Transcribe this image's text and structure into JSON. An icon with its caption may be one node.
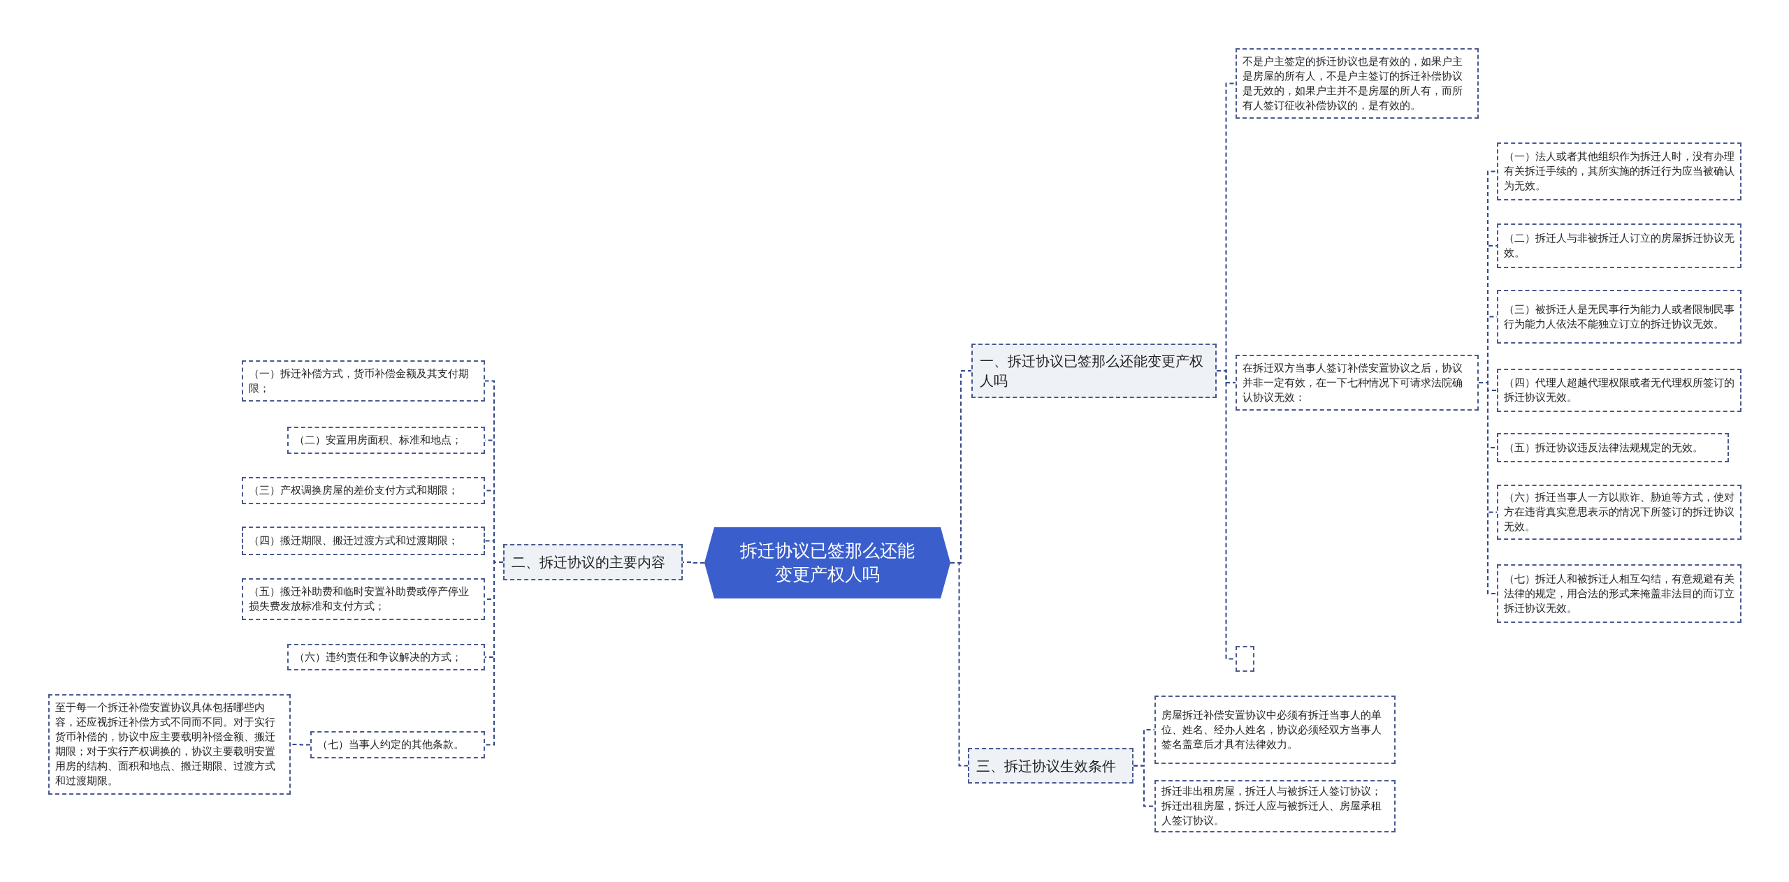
{
  "diagram": {
    "nodes": [
      {
        "text": [
          "拆迁协议已签那么还能变更产权人吗"
        ]
      },
      {
        "text": [
          "一、拆迁协议已签那么还能变更产权人吗"
        ]
      },
      {
        "text": [
          "不是户主签定的拆迁协议也是有效的，如果户主是房屋的所有人，不是户主签订的拆迁补偿协议是无效的，如果户主并不是房屋的所人有，而所有人签订征收补偿协议的，是有效的。"
        ]
      },
      {
        "text": [
          "在拆迁双方当事人签订补偿安置协议之后，协议并非一定有效，在一下七种情况下可请求法院确认协议无效："
        ]
      },
      {
        "text": [
          "（一）法人或者其他组织作为拆迁人时，没有办理有关拆迁手续的，其所实施的拆迁行为应当被确认为无效。"
        ]
      },
      {
        "text": [
          "（二）拆迁人与非被拆迁人订立的房屋拆迁协议无效。"
        ]
      },
      {
        "text": [
          "（三）被拆迁人是无民事行为能力人或者限制民事行为能力人依法不能独立订立的拆迁协议无效。"
        ]
      },
      {
        "text": [
          "（四）代理人超越代理权限或者无代理权所签订的拆迁协议无效。"
        ]
      },
      {
        "text": [
          "（五）拆迁协议违反法律法规规定的无效。"
        ]
      },
      {
        "text": [
          "（六）拆迁当事人一方以欺诈、胁迫等方式，使对方在违背真实意思表示的情况下所签订的拆迁协议无效。"
        ]
      },
      {
        "text": [
          "（七）拆迁人和被拆迁人相互勾结，有意规避有关法律的规定，用合法的形式来掩盖非法目的而订立拆迁协议无效。"
        ]
      },
      {
        "text": [],
        "shape": "box"
      },
      {
        "text": [
          "三、拆迁协议生效条件"
        ]
      },
      {
        "text": [
          "房屋拆迁补偿安置协议中必须有拆迁当事人的单位、姓名、经办人姓名，协议必须经双方当事人签名盖章后才具有法律效力。"
        ]
      },
      {
        "text": [
          "拆迁非出租房屋，拆迁人与被拆迁人签订协议；拆迁出租房屋，拆迁人应与被拆迁人、房屋承租人签订协议。"
        ]
      },
      {
        "text": [
          "二、拆迁协议的主要内容"
        ]
      },
      {
        "text": [
          "（一）拆迁补偿方式，货币补偿金额及其支付期限；"
        ]
      },
      {
        "text": [
          "（二）安置用房面积、标准和地点；"
        ]
      },
      {
        "text": [
          "（三）产权调换房屋的差价支付方式和期限；"
        ]
      },
      {
        "text": [
          "（四）搬迁期限、搬迁过渡方式和过渡期限；"
        ]
      },
      {
        "text": [
          "（五）搬迁补助费和临时安置补助费或停产停业损失费发放标准和支付方式；"
        ]
      },
      {
        "text": [
          "（六）违约责任和争议解决的方式；"
        ]
      },
      {
        "text": [
          "（七）当事人约定的其他条款。"
        ]
      },
      {
        "text": [
          "至于每一个拆迁补偿安置协议具体包括哪些内容，还应视拆迁补偿方式不同而不同。对于实行货币补偿的，协议中应主要载明补偿金额、搬迁期限；对于实行产权调换的，协议主要载明安置用房的结构、面积和地点、搬迁期限、过渡方式和过渡期限。"
        ]
      }
    ],
    "edges": [
      {
        "from": 0,
        "to": 1,
        "arrow": "none",
        "style": "dashed"
      },
      {
        "from": 1,
        "to": 2,
        "arrow": "none",
        "style": "dashed"
      },
      {
        "from": 1,
        "to": 3,
        "arrow": "none",
        "style": "dashed"
      },
      {
        "from": 3,
        "to": 4,
        "arrow": "none",
        "style": "dashed"
      },
      {
        "from": 3,
        "to": 5,
        "arrow": "none",
        "style": "dashed"
      },
      {
        "from": 3,
        "to": 6,
        "arrow": "none",
        "style": "dashed"
      },
      {
        "from": 3,
        "to": 7,
        "arrow": "none",
        "style": "dashed"
      },
      {
        "from": 3,
        "to": 8,
        "arrow": "none",
        "style": "dashed"
      },
      {
        "from": 3,
        "to": 9,
        "arrow": "none",
        "style": "dashed"
      },
      {
        "from": 3,
        "to": 10,
        "arrow": "none",
        "style": "dashed"
      },
      {
        "from": 1,
        "to": 11,
        "arrow": "none",
        "style": "dashed"
      },
      {
        "from": 0,
        "to": 12,
        "arrow": "none",
        "style": "dashed"
      },
      {
        "from": 12,
        "to": 13,
        "arrow": "none",
        "style": "dashed"
      },
      {
        "from": 12,
        "to": 14,
        "arrow": "none",
        "style": "dashed"
      },
      {
        "from": 0,
        "to": 15,
        "arrow": "none",
        "style": "dashed"
      },
      {
        "from": 15,
        "to": 16,
        "arrow": "none",
        "style": "dashed"
      },
      {
        "from": 15,
        "to": 17,
        "arrow": "none",
        "style": "dashed"
      },
      {
        "from": 15,
        "to": 18,
        "arrow": "none",
        "style": "dashed"
      },
      {
        "from": 15,
        "to": 19,
        "arrow": "none",
        "style": "dashed"
      },
      {
        "from": 15,
        "to": 20,
        "arrow": "none",
        "style": "dashed"
      },
      {
        "from": 15,
        "to": 21,
        "arrow": "none",
        "style": "dashed"
      },
      {
        "from": 15,
        "to": 22,
        "arrow": "none",
        "style": "dashed"
      },
      {
        "from": 22,
        "to": 23,
        "arrow": "none",
        "style": "dashed"
      }
    ]
  }
}
